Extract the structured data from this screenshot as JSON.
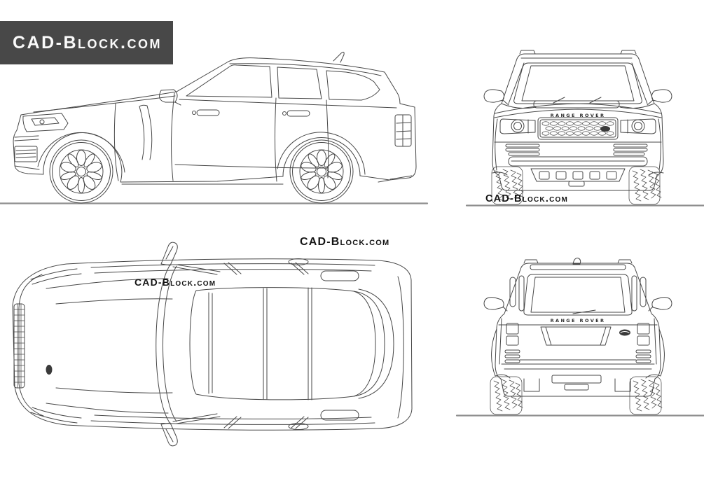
{
  "logo": {
    "text": "CAD-Block.com"
  },
  "watermarks": {
    "center": {
      "text": "CAD-Block.com"
    },
    "top_view": {
      "text": "CAD-Block.com"
    },
    "front_view": {
      "text": "CAD-Block.com"
    }
  },
  "drawing": {
    "subject": "Range Rover blueprint, four orthographic views",
    "views": {
      "side": {
        "name": "side view"
      },
      "front": {
        "name": "front view",
        "badge_text": "RANGE ROVER"
      },
      "top": {
        "name": "top view"
      },
      "rear": {
        "name": "rear view",
        "badge_text": "RANGE ROVER"
      }
    }
  },
  "theme": {
    "line": "#474747",
    "ground": "#8e8e8e",
    "logo_bg": "#484848",
    "logo_text": "#fafafa",
    "watermark": "#141414",
    "badge_fill": "#3a3a3a"
  }
}
